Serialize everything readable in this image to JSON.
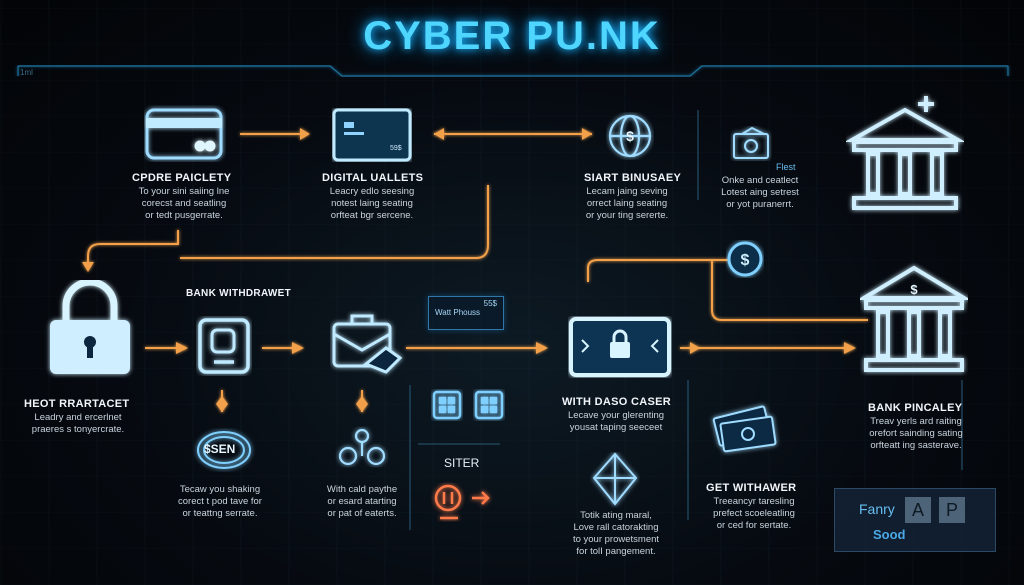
{
  "title": "CYBER PU.NK",
  "corner_label": "1ml",
  "nodes": {
    "card": {
      "title": "CPDRE PAICLETY",
      "desc": "To your sini saiing lne\ncorecst and seatling\nor tedt pusgerrate."
    },
    "wallet": {
      "title": "DIGITAL UALLETS",
      "desc": "Leacry edlo seesing\nnotest laing seating\norfteat bgr sercene.",
      "chip": "59$"
    },
    "smart": {
      "title": "SIART BINUSAEY",
      "desc": "Lecam jaing seving\norrect laing seating\nor your ting sererte."
    },
    "onke": {
      "label": "Flest",
      "desc": "Onke and ceatlect\nLotest aing setrest\nor yot puranerrt."
    },
    "withdraw": {
      "title": "BANK WITHDRAWET"
    },
    "lock": {
      "title": "HEOT RRARTACET",
      "desc": "Leadry and ercerlnet\npraeres s tonyercrate."
    },
    "panel": {
      "top": "55$",
      "bottom": "Watt Phouss"
    },
    "sen": {
      "text": "$SEN",
      "desc": "Tecaw you shaking\ncorect t pod tave for\nor teattng serrate."
    },
    "people": {
      "desc": "With cald paythe\nor esard atarting\nor pat of eaterts."
    },
    "siter": {
      "title": "SITER"
    },
    "dasocaser": {
      "title": "WITH DASO CASER",
      "desc": "Lecave your glerenting\nyousat taping seeceet"
    },
    "totik": {
      "desc": "Totik ating maral,\nLove rall catorakting\nto your prowetsment\nfor tolI pangement."
    },
    "getw": {
      "title": "GET WITHAWER",
      "desc": "Treeancyr taresling\nprefect scoeleatling\nor ced for sertate."
    },
    "bank": {
      "title": "BANK PINCALEY",
      "desc": "Treav yerls ard raiting\norefort sainding sating\norfteatt ing sasterave."
    },
    "fancy": {
      "line1": "Fanry",
      "line2": "Sood",
      "btn_a": "A",
      "btn_p": "P"
    }
  }
}
